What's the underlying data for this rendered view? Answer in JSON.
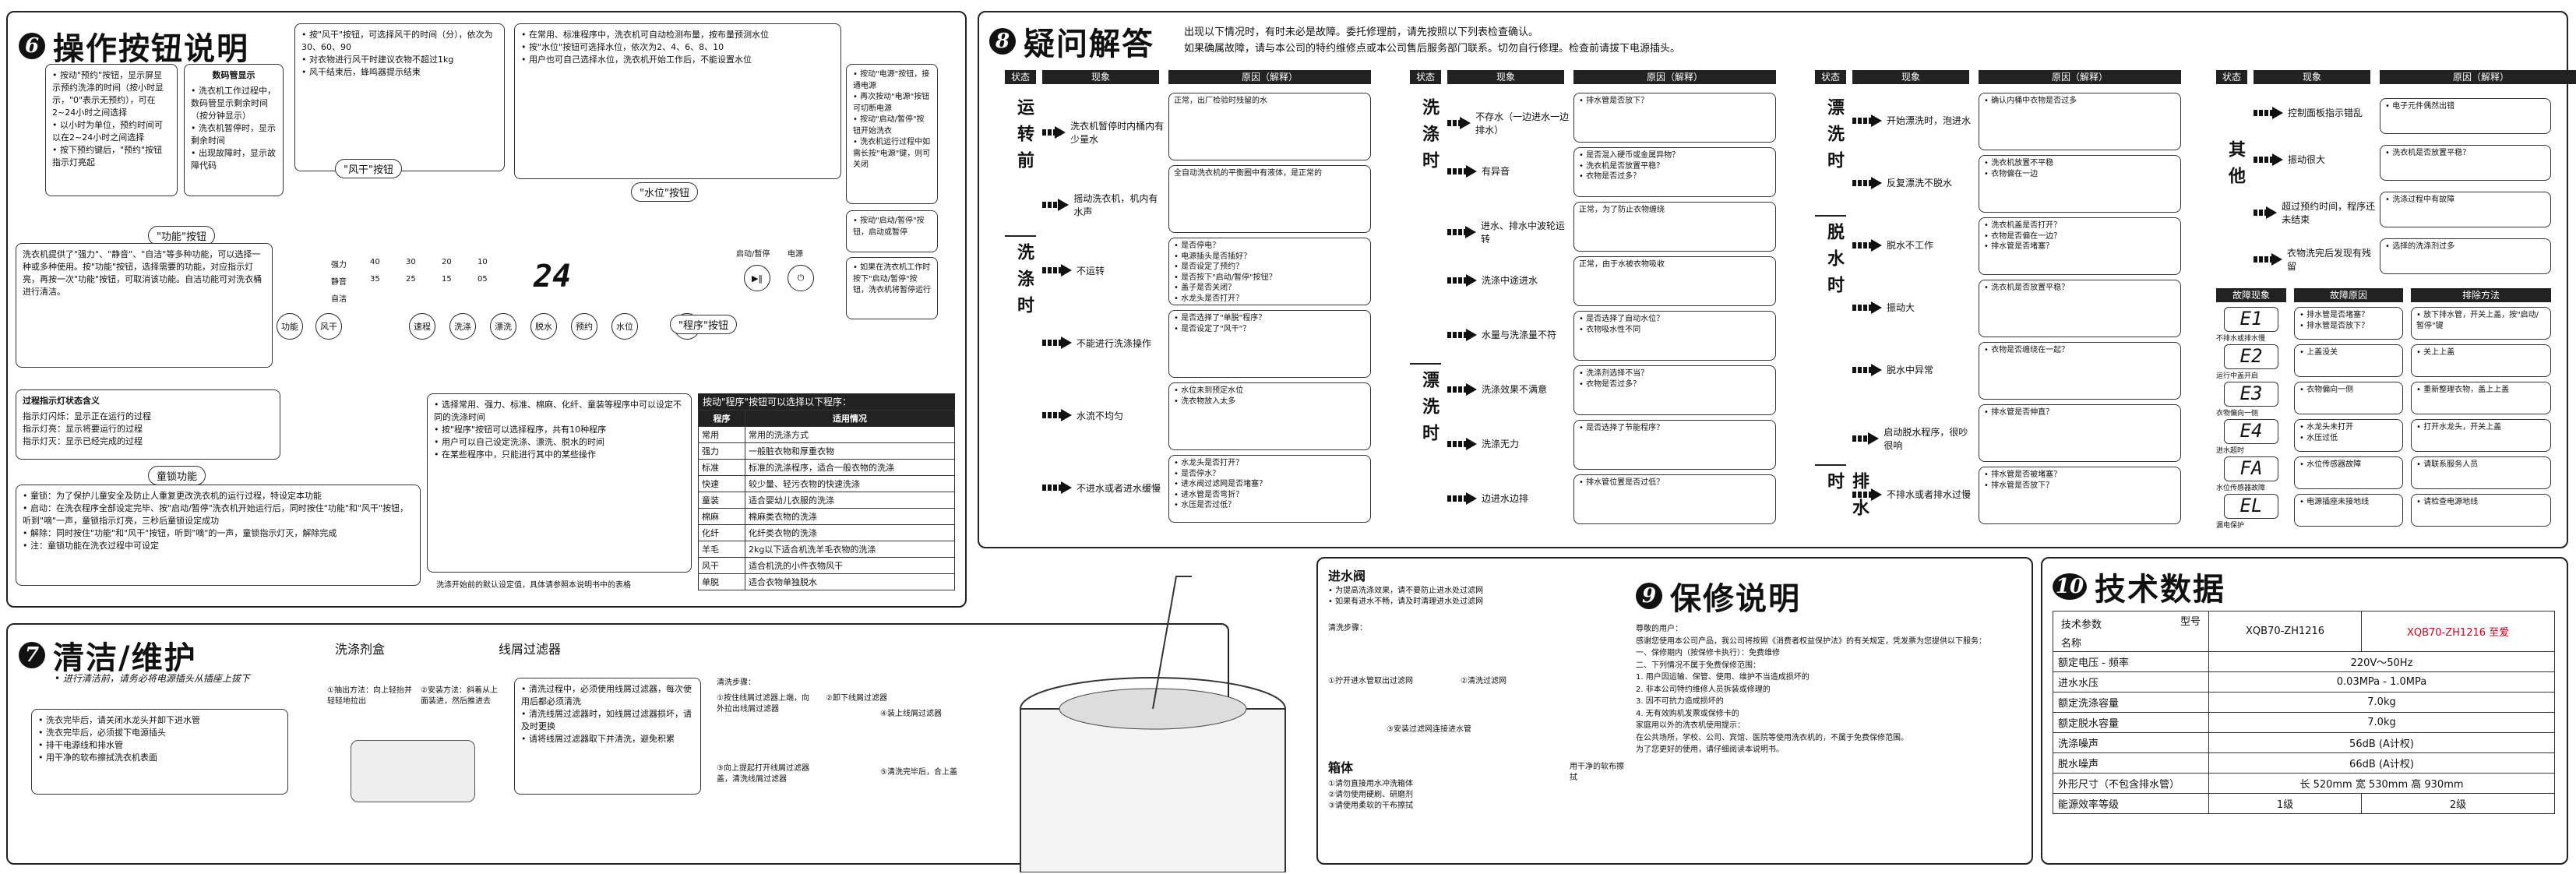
{
  "sec6": {
    "num": "6",
    "title": "操作按钮说明",
    "top_left_note": "• 按动\"预约\"按钮，显示屏显示预约洗涤的时间（按小时显示，\"0\"表示无预约），可在2~24小时之间选择\n• 以小时为单位，预约时间可以在2~24小时之间选择\n• 按下预约键后，\"预约\"按钮指示灯亮起",
    "display_title": "数码管显示",
    "display_note": "• 洗衣机工作过程中，数码管显示剩余时间（按分钟显示）\n• 洗衣机暂停时，显示剩余时间\n• 出现故障时，显示故障代码",
    "fan_note": "• 按\"风干\"按钮，可选择风干的时间（分），依次为30、60、90\n• 对衣物进行风干时建议衣物不超过1kg\n• 风干结束后，蜂鸣器提示结束",
    "fan_title": "\"风干\"按钮",
    "water_note": "• 在常用、标准程序中，洗衣机可自动检测布量，按布量预测水位\n• 按\"水位\"按钮可选择水位，依次为2、4、6、8、10\n• 用户也可自己选择水位，洗衣机开始工作后，不能设置水位",
    "water_title": "\"水位\"按钮",
    "power_title": "电源",
    "startpause_title": "启动/暂停",
    "right_box_1": "• 按动\"电源\"按钮，接通电源\n• 再次按动\"电源\"按钮可切断电源\n• 按动\"启动/暂停\"按钮开始洗衣\n• 洗衣机运行过程中如需长按\"电源\"键，则可关闭",
    "right_box_2": "• 按动\"启动/暂停\"按钮，启动或暂停",
    "right_box_3": "• 如果在洗衣机工作时按下\"启动/暂停\"按钮，洗衣机将暂停运行",
    "func_title": "\"功能\"按钮",
    "func_text": "洗衣机提供了\"强力\"、\"静音\"、\"自洁\"等多种功能，可以选择一种或多种使用。按\"功能\"按钮，选择需要的功能，对应指示灯亮，再按一次\"功能\"按钮，可取消该功能。自洁功能可对洗衣桶进行清洁。",
    "progress_title": "过程指示灯状态含义",
    "progress_items": [
      "指示灯闪烁：显示正在运行的过程",
      "指示灯亮：显示将要运行的过程",
      "指示灯灭：显示已经完成的过程"
    ],
    "lock_title": "童锁功能",
    "lock_text": "• 童锁：为了保护儿童安全及防止人重复更改洗衣机的运行过程，特设定本功能\n• 启动：在洗衣程序全部设定完毕、按\"启动/暂停\"洗衣机开始运行后，同时按住\"功能\"和\"风干\"按钮，听到\"嘀\"一声，童锁指示灯亮，三秒后童锁设定成功\n• 解除：同时按住\"功能\"和\"风干\"按钮，听到\"嘀\"的一声，童锁指示灯灭，解除完成\n• 注：童锁功能在洗衣过程中可设定",
    "program_title": "\"程序\"按钮",
    "program_note": "• 选择常用、强力、标准、棉麻、化纤、童装等程序中可以设定不同的洗涤时间\n• 按\"程序\"按钮可以选择程序，共有10种程序\n• 用户可以自己设定洗涤、漂洗、脱水的时间\n• 在某些程序中，只能进行其中的某些操作",
    "program_table_title": "按动\"程序\"按钮可以选择以下程序：",
    "program_head": [
      "程序",
      "适用情况"
    ],
    "programs": [
      [
        "常用",
        "常用的洗涤方式"
      ],
      [
        "强力",
        "一般脏衣物和厚重衣物"
      ],
      [
        "标准",
        "标准的洗涤程序，适合一般衣物的洗涤"
      ],
      [
        "快速",
        "较少量、轻污衣物的快速洗涤"
      ],
      [
        "童装",
        "适合婴幼儿衣服的洗涤"
      ],
      [
        "棉麻",
        "棉麻类衣物的洗涤"
      ],
      [
        "化纤",
        "化纤类衣物的洗涤"
      ],
      [
        "羊毛",
        "2kg以下适合机洗羊毛衣物的洗涤"
      ],
      [
        "风干",
        "适合机洗的小件衣物风干"
      ],
      [
        "单脱",
        "适合衣物单独脱水"
      ]
    ],
    "panel_buttons": [
      "功能",
      "风干",
      "速程",
      "洗涤",
      "漂洗",
      "脱水",
      "预约",
      "水位",
      "程序"
    ],
    "panel_left_labels": [
      "强力",
      "静音",
      "自洁"
    ],
    "panel_times": [
      "40",
      "30",
      "20",
      "10",
      "35",
      "25",
      "15",
      "05"
    ],
    "display_digits": "24",
    "bottom_note": "洗涤开始前的默认设定值，具体请参照本说明书中的表格"
  },
  "sec7": {
    "num": "7",
    "title": "清洁/维护",
    "subtitle": "• 进行清洁前，请务必将电源插头从插座上拔下",
    "left_note": "• 洗衣完毕后，请关闭水龙头并卸下进水管\n• 洗衣完毕后，必须拔下电源插头\n• 排干电源线和排水管\n• 用干净的软布擦拭洗衣机表面",
    "detergent_title": "洗涤剂盒",
    "detergent_steps": [
      "①抽出方法：向上轻抬并轻轻地拉出",
      "②安装方法：斜着从上面装进，然后推进去"
    ],
    "filter_title": "线屑过滤器",
    "filter_note": "• 清洗过程中，必须使用线屑过滤器，每次使用后都必须清洗\n• 清洗线屑过滤器时，如线屑过滤器损坏，请及时更换\n• 请将线屑过滤器取下并清洗，避免积累",
    "filter_steps_title": "清洗步骤：",
    "filter_steps": [
      "①按住线屑过滤器上端，向外拉出线屑过滤器",
      "②卸下线屑过滤器",
      "③向上提起打开线屑过滤器盖，清洗线屑过滤器",
      "④装上线屑过滤器",
      "⑤清洗完毕后，合上盖"
    ]
  },
  "sec8": {
    "num": "8",
    "title": "疑问解答",
    "intro": "出现以下情况时，有时未必是故障。委托修理前，请先按照以下列表检查确认。\n如果确属故障，请与本公司的特约维修点或本公司售后服务部门联系。切勿自行修理。检查前请拔下电源插头。",
    "head": [
      "状态",
      "现象",
      "原因（解释）"
    ],
    "col1": {
      "groups": [
        {
          "state": "运转前",
          "rows": [
            {
              "sym": "洗衣机暂停时内桶内有少量水",
              "cause": "正常，出厂检验时残留的水"
            },
            {
              "sym": "摇动洗衣机，机内有水声",
              "cause": "全自动洗衣机的平衡圈中有液体，是正常的"
            }
          ]
        },
        {
          "state": "洗涤时",
          "rows": [
            {
              "sym": "不运转",
              "cause": "• 是否停电？\n• 电源插头是否插好？\n• 是否设定了预约？\n• 是否按下\"启动/暂停\"按钮？\n• 盖子是否关闭？\n• 水龙头是否打开？"
            },
            {
              "sym": "不能进行洗涤操作",
              "cause": "• 是否选择了\"单脱\"程序？\n• 是否设定了\"风干\"？"
            },
            {
              "sym": "水流不均匀",
              "cause": "• 水位未到预定水位\n• 洗衣物放入太多"
            },
            {
              "sym": "不进水或者进水缓慢",
              "cause": "• 水龙头是否打开？\n• 是否停水？\n• 进水阀过滤网是否堵塞？\n• 进水管是否弯折？\n• 水压是否过低？"
            }
          ]
        }
      ]
    },
    "col2": {
      "groups": [
        {
          "state": "洗涤时",
          "rows": [
            {
              "sym": "不存水（一边进水一边排水）",
              "cause": "• 排水管是否放下？"
            },
            {
              "sym": "有异音",
              "cause": "• 是否混入硬币或金属异物？\n• 洗衣机是否放置平稳？\n• 衣物是否过多？"
            },
            {
              "sym": "进水、排水中波轮运转",
              "cause": "正常，为了防止衣物缠绕"
            },
            {
              "sym": "洗涤中途进水",
              "cause": "正常，由于水被衣物吸收"
            },
            {
              "sym": "水量与洗涤量不符",
              "cause": "• 是否选择了自动水位？\n• 衣物吸水性不同"
            }
          ]
        },
        {
          "state": "漂洗时",
          "rows": [
            {
              "sym": "洗涤效果不满意",
              "cause": "• 洗涤剂选择不当？\n• 衣物是否过多？"
            },
            {
              "sym": "洗涤无力",
              "cause": "• 是否选择了节能程序？"
            },
            {
              "sym": "边进水边排",
              "cause": "• 排水管位置是否过低？"
            }
          ]
        }
      ]
    },
    "col3": {
      "groups": [
        {
          "state": "漂洗时",
          "rows": [
            {
              "sym": "开始漂洗时，泡进水",
              "cause": "• 确认内桶中衣物是否过多"
            },
            {
              "sym": "反复漂洗不脱水",
              "cause": "• 洗衣机放置不平稳\n• 衣物偏在一边"
            }
          ]
        },
        {
          "state": "脱水时",
          "rows": [
            {
              "sym": "脱水不工作",
              "cause": "• 洗衣机盖是否打开？\n• 衣物是否偏在一边？\n• 排水管是否堵塞？"
            },
            {
              "sym": "振动大",
              "cause": "• 洗衣机是否放置平稳？"
            },
            {
              "sym": "脱水中异常",
              "cause": "• 衣物是否缠绕在一起？"
            },
            {
              "sym": "启动脱水程序，很吵很响",
              "cause": "• 排水管是否伸直？"
            }
          ]
        },
        {
          "state": "排水时",
          "rows": [
            {
              "sym": "不排水或者排水过慢",
              "cause": "• 排水管是否被堵塞？\n• 排水管是否放下？"
            }
          ]
        }
      ]
    },
    "col4": {
      "state": "其他",
      "rows": [
        {
          "sym": "控制面板指示错乱",
          "cause": "• 电子元件偶然出错"
        },
        {
          "sym": "振动很大",
          "cause": "• 洗衣机是否放置平稳？"
        },
        {
          "sym": "超过预约时间，程序还未结束",
          "cause": "• 洗涤过程中有故障"
        },
        {
          "sym": "衣物洗完后发现有残留",
          "cause": "• 选择的洗涤剂过多"
        }
      ],
      "err_head": [
        "故障现象",
        "故障原因",
        "排除方法"
      ],
      "errors": [
        {
          "code": "E1",
          "name": "不排水或排水慢",
          "cause": "• 排水管是否堵塞？\n• 排水管是否放下？",
          "fix": "• 放下排水管，开关上盖，按\"启动/暂停\"键"
        },
        {
          "code": "E2",
          "name": "运行中盖开启",
          "cause": "• 上盖没关",
          "fix": "• 关上上盖"
        },
        {
          "code": "E3",
          "name": "衣物偏向一侧",
          "cause": "• 衣物偏向一侧",
          "fix": "• 重新整理衣物，盖上上盖"
        },
        {
          "code": "E4",
          "name": "进水超时",
          "cause": "• 水龙头未打开\n• 水压过低",
          "fix": "• 打开水龙头，开关上盖"
        },
        {
          "code": "FA",
          "name": "水位传感器故障",
          "cause": "• 水位传感器故障",
          "fix": "• 请联系服务人员"
        },
        {
          "code": "EL",
          "name": "漏电保护",
          "cause": "• 电源插座未接地线",
          "fix": "• 请检查电源地线"
        }
      ]
    }
  },
  "sec9": {
    "num": "9",
    "title": "保修说明",
    "valve_title": "进水阀",
    "valve_note": "• 为提高洗涤效果，请不要防止进水处过滤网\n• 如果有进水不畅，请及时清理进水处过滤网",
    "valve_steps_title": "清洗步骤：",
    "valve_steps": [
      "①拧开进水管取出过滤网",
      "②清洗过滤网",
      "③安装过滤网连接进水管"
    ],
    "box_title": "箱体",
    "box_steps": "①请勿直接用水冲洗箱体\n②请勿使用硬刷、研磨剂\n③请使用柔软的干布擦拭",
    "box_note": "用干净的软布擦拭",
    "text": "尊敬的用户：\n感谢您使用本公司产品，我公司将按照《消费者权益保护法》的有关规定，凭发票为您提供以下服务：\n一、保修期内（按保修卡执行）：免费维修\n二、下列情况不属于免费保修范围：\n1. 用户因运输、保管、使用、维护不当造成损坏的\n2. 非本公司特约维修人员拆装或修理的\n3. 因不可抗力造成损坏的\n4. 无有效购机发票或保修卡的\n家庭用以外的洗衣机使用提示：\n在公共场所，学校、公司、宾馆、医院等使用洗衣机的，不属于免费保修范围。\n为了您更好的使用，请仔细阅读本说明书。"
  },
  "sec10": {
    "num": "10",
    "title": "技术数据",
    "head_label": "技术参数",
    "head_name": "名称",
    "head_model": "型号",
    "model1": "XQB70-ZH1216",
    "model2": "XQB70-ZH1216 至爱",
    "rows": [
      {
        "name": "额定电压 - 频率",
        "value": "220V～50Hz"
      },
      {
        "name": "进水水压",
        "value": "0.03MPa - 1.0MPa"
      },
      {
        "name": "额定洗涤容量",
        "value": "7.0kg"
      },
      {
        "name": "额定脱水容量",
        "value": "7.0kg"
      },
      {
        "name": "洗涤噪声",
        "value": "56dB (A计权)"
      },
      {
        "name": "脱水噪声",
        "value": "66dB (A计权)"
      },
      {
        "name": "外形尺寸（不包含排水管）",
        "value": "长 520mm  宽 530mm  高 930mm"
      }
    ],
    "energy_label": "能源效率等级",
    "energy1": "1级",
    "energy2": "2级",
    "accent_color": "#d0021b"
  }
}
